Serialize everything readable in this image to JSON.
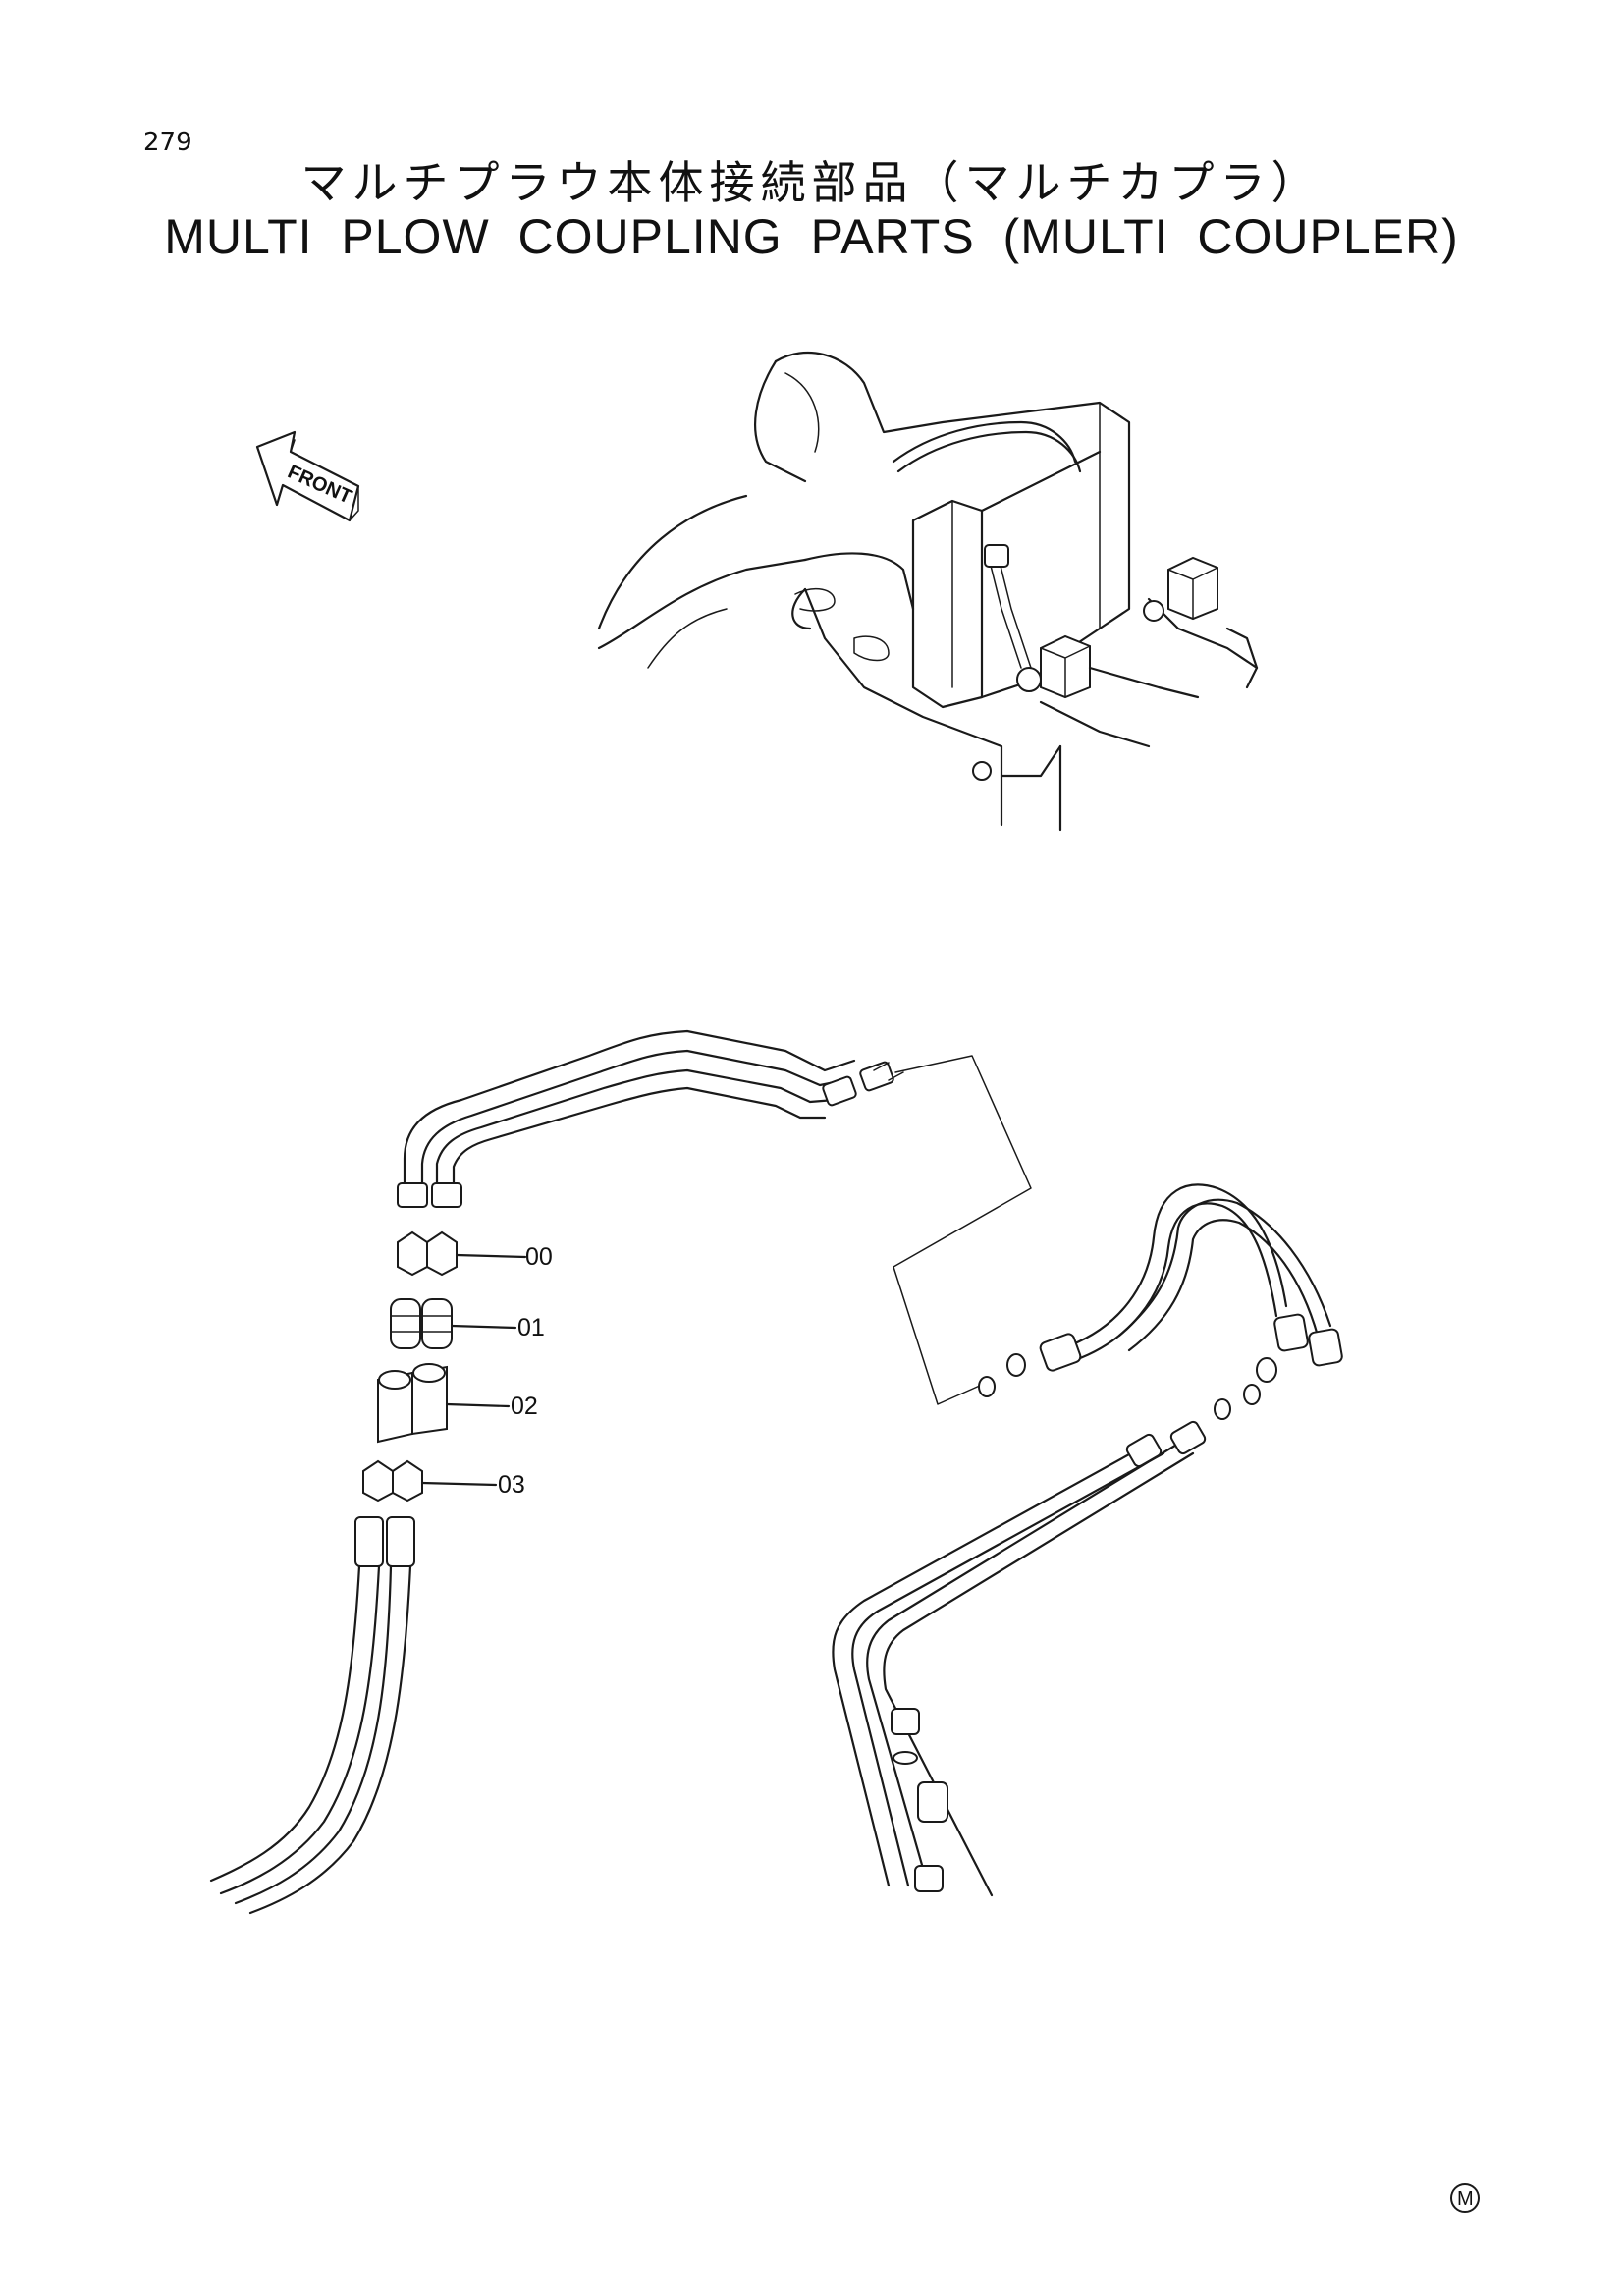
{
  "page": {
    "number": "279",
    "title_jp": "マルチプラウ本体接続部品（マルチカプラ）",
    "title_en": "MULTI PLOW COUPLING PARTS (MULTI COUPLER)"
  },
  "diagram": {
    "front_arrow_label": "FRONT",
    "callouts": [
      "00",
      "01",
      "02",
      "03"
    ],
    "corner_mark": "M"
  }
}
